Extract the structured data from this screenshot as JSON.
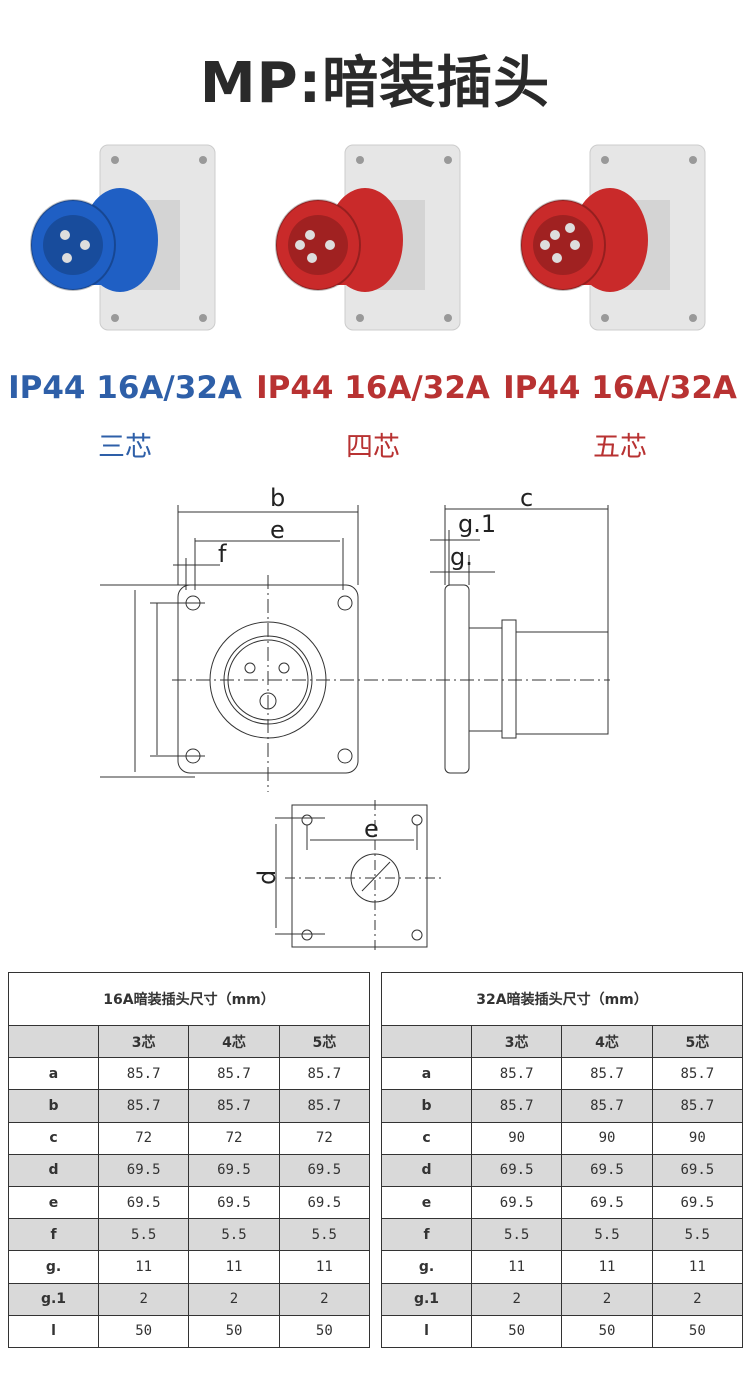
{
  "title": "MP:暗装插头",
  "products": [
    {
      "caption": "IP44 16A/32A",
      "cores": "三芯",
      "color": "#2e5fa8",
      "body": "#1f5fc4"
    },
    {
      "caption": "IP44 16A/32A",
      "cores": "四芯",
      "color": "#b83232",
      "body": "#c92a2a"
    },
    {
      "caption": "IP44 16A/32A",
      "cores": "五芯",
      "color": "#b83232",
      "body": "#c92a2a"
    }
  ],
  "drawing_labels": {
    "b": "b",
    "e": "e",
    "f": "f",
    "c": "c",
    "g1": "g.1",
    "g": "g.",
    "e2": "e",
    "d": "d"
  },
  "tables": [
    {
      "title": "16A暗装插头尺寸（mm）",
      "headers": [
        "",
        "3芯",
        "4芯",
        "5芯"
      ],
      "rows": [
        [
          "a",
          "85.7",
          "85.7",
          "85.7"
        ],
        [
          "b",
          "85.7",
          "85.7",
          "85.7"
        ],
        [
          "c",
          "72",
          "72",
          "72"
        ],
        [
          "d",
          "69.5",
          "69.5",
          "69.5"
        ],
        [
          "e",
          "69.5",
          "69.5",
          "69.5"
        ],
        [
          "f",
          "5.5",
          "5.5",
          "5.5"
        ],
        [
          "g.",
          "11",
          "11",
          "11"
        ],
        [
          "g.1",
          "2",
          "2",
          "2"
        ],
        [
          "l",
          "50",
          "50",
          "50"
        ]
      ]
    },
    {
      "title": "32A暗装插头尺寸（mm）",
      "headers": [
        "",
        "3芯",
        "4芯",
        "5芯"
      ],
      "rows": [
        [
          "a",
          "85.7",
          "85.7",
          "85.7"
        ],
        [
          "b",
          "85.7",
          "85.7",
          "85.7"
        ],
        [
          "c",
          "90",
          "90",
          "90"
        ],
        [
          "d",
          "69.5",
          "69.5",
          "69.5"
        ],
        [
          "e",
          "69.5",
          "69.5",
          "69.5"
        ],
        [
          "f",
          "5.5",
          "5.5",
          "5.5"
        ],
        [
          "g.",
          "11",
          "11",
          "11"
        ],
        [
          "g.1",
          "2",
          "2",
          "2"
        ],
        [
          "l",
          "50",
          "50",
          "50"
        ]
      ]
    }
  ]
}
